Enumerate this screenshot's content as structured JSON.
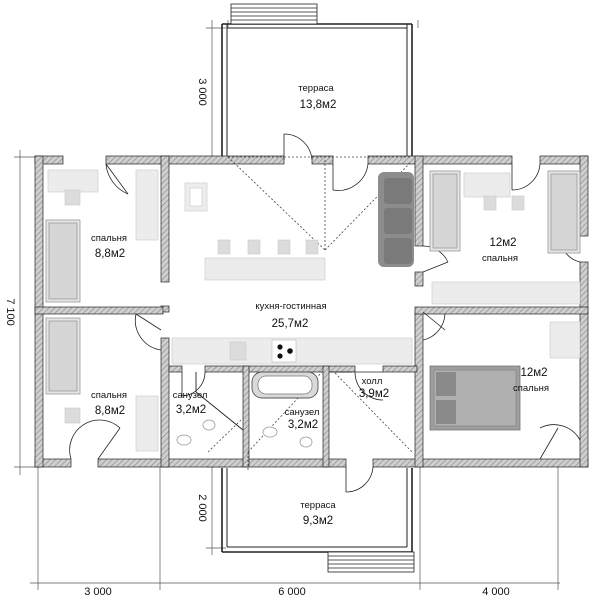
{
  "rooms": {
    "terrace_top": {
      "name": "терраса",
      "area": "13,8м2"
    },
    "bedroom_tl": {
      "name": "спальня",
      "area": "8,8м2"
    },
    "bedroom_bl": {
      "name": "спальня",
      "area": "8,8м2"
    },
    "kitchen_living": {
      "name": "кухня-гостинная",
      "area": "25,7м2"
    },
    "bedroom_tr": {
      "name": "спальня",
      "area": "12м2"
    },
    "bedroom_br": {
      "name": "спальня",
      "area": "12м2"
    },
    "bathroom_1": {
      "name": "санузел",
      "area": "3,2м2"
    },
    "bathroom_2": {
      "name": "санузел",
      "area": "3,2м2"
    },
    "hall": {
      "name": "холл",
      "area": "3,9м2"
    },
    "terrace_bottom": {
      "name": "терраса",
      "area": "9,3м2"
    }
  },
  "dimensions": {
    "terrace_top_depth": "3 000",
    "house_depth": "7 100",
    "terrace_bottom_depth": "2 000",
    "left_width": "3 000",
    "middle_width": "6 000",
    "right_width": "4 000"
  }
}
